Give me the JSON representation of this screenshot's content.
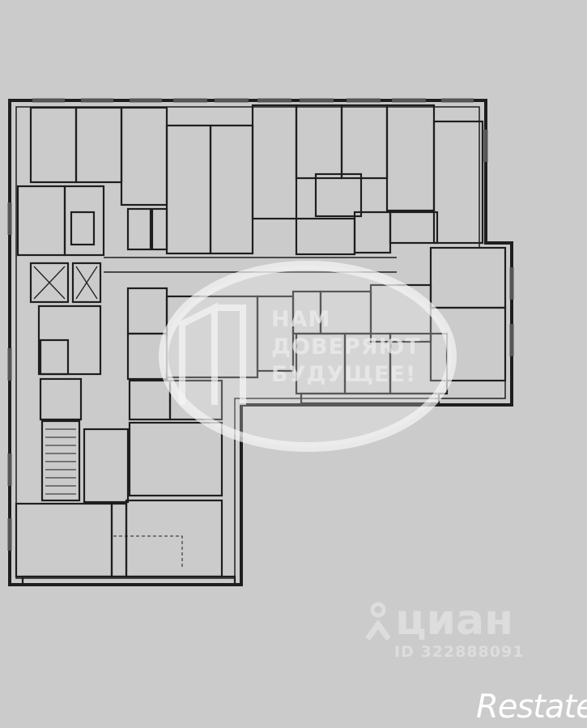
{
  "watermarks": {
    "center_slogan": [
      "НАМ",
      "ДОВЕРЯЮТ",
      "БУДУЩЕЕ!"
    ],
    "cian_brand": "циан",
    "cian_id": "ID 322888091",
    "restate_logo": "Restate"
  },
  "colors": {
    "background": "#cbcbcb",
    "paper": "#d3d3d3",
    "walls": "#1e1e1e",
    "watermark": "#ebebeb"
  }
}
